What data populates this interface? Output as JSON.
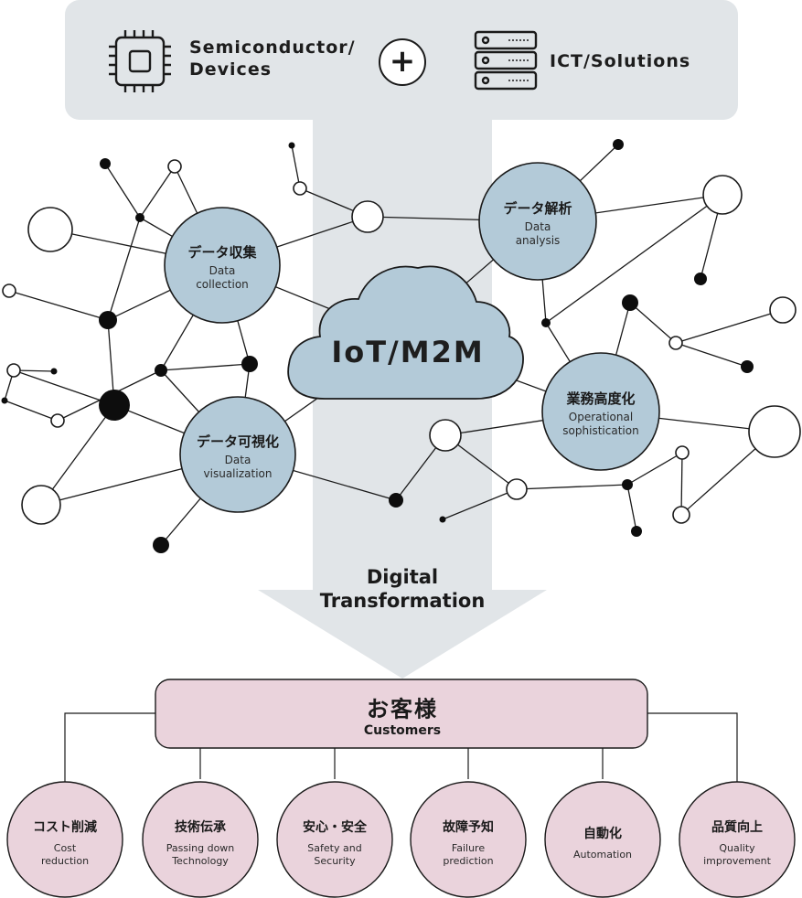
{
  "top_panel": {
    "left_label": "Semiconductor/\nDevices",
    "right_label": "ICT/Solutions",
    "plus_symbol": "+",
    "left_icon": "chip-icon",
    "right_icon": "server-rack-icon"
  },
  "cloud": {
    "label": "IoT/M2M"
  },
  "nodes": [
    {
      "jp": "データ収集",
      "en": "Data\ncollection"
    },
    {
      "jp": "データ解析",
      "en": "Data\nanalysis"
    },
    {
      "jp": "データ可視化",
      "en": "Data\nvisualization"
    },
    {
      "jp": "業務高度化",
      "en": "Operational\nsophistication"
    }
  ],
  "arrow_label": "Digital\nTransformation",
  "customers": {
    "jp": "お客様",
    "en": "Customers"
  },
  "benefits": [
    {
      "jp": "コスト削減",
      "en": "Cost\nreduction"
    },
    {
      "jp": "技術伝承",
      "en": "Passing down\nTechnology"
    },
    {
      "jp": "安心・安全",
      "en": "Safety and\nSecurity"
    },
    {
      "jp": "故障予知",
      "en": "Failure\nprediction"
    },
    {
      "jp": "自動化",
      "en": "Automation"
    },
    {
      "jp": "品質向上",
      "en": "Quality\nimprovement"
    }
  ],
  "colors": {
    "panel": "#e1e5e8",
    "node_fill": "#b3cad8",
    "customer_fill": "#ead3dc",
    "outline": "#1a1a1a",
    "black_dot": "#0d0d0d"
  }
}
